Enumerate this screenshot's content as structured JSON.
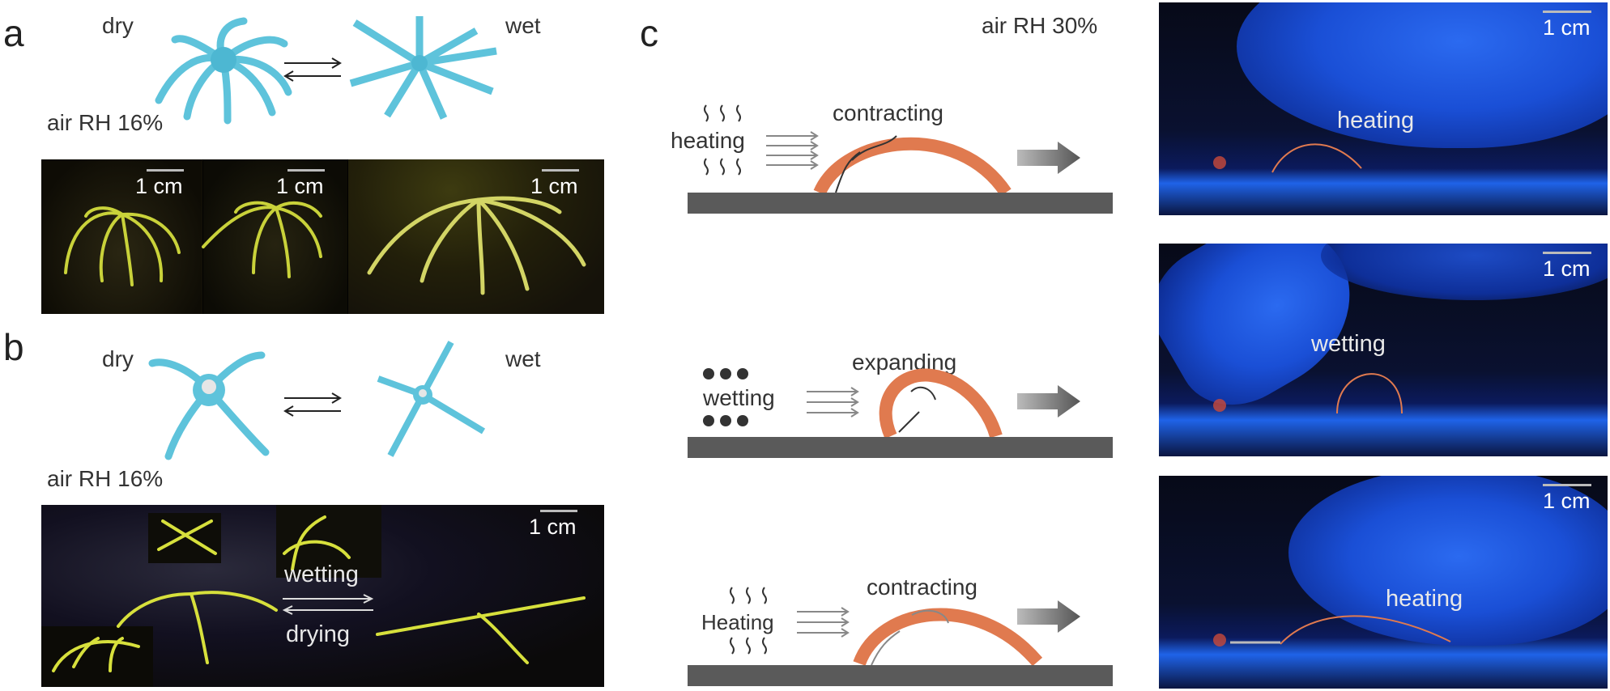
{
  "panel_a": {
    "letter": "a",
    "dry_label": "dry",
    "wet_label": "wet",
    "rh_label": "air RH 16%",
    "scale_labels": [
      "1 cm",
      "1 cm",
      "1 cm"
    ]
  },
  "panel_b": {
    "letter": "b",
    "dry_label": "dry",
    "wet_label": "wet",
    "rh_label": "air RH 16%",
    "scale_label": "1 cm",
    "wetting_label": "wetting",
    "drying_label": "drying"
  },
  "panel_c": {
    "letter": "c",
    "rh_label": "air RH 30%",
    "rows": [
      {
        "stimulus": "heating",
        "action": "contracting",
        "photo_label": "heating",
        "scale_label": "1 cm"
      },
      {
        "stimulus": "wetting",
        "action": "expanding",
        "photo_label": "wetting",
        "scale_label": "1 cm"
      },
      {
        "stimulus": "Heating",
        "action": "contracting",
        "photo_label": "heating",
        "scale_label": "1 cm"
      }
    ]
  },
  "colors": {
    "schematic_blue": "#5ec3db",
    "actuator_orange": "#e07a4f",
    "substrate_gray": "#5a5a5a",
    "photo_dark": "#1a1608",
    "photo_blue_bg": "#0a1230"
  }
}
